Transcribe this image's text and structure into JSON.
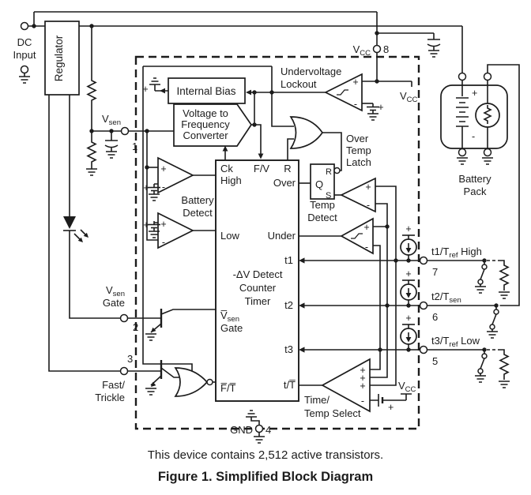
{
  "figure": {
    "note": "This device contains 2,512 active transistors.",
    "caption": "Figure 1. Simplified Block Diagram"
  },
  "colors": {
    "line": "#1c1c1c",
    "background": "#ffffff"
  },
  "labels": {
    "dc1": "DC",
    "dc2": "Input",
    "regulator": "Regulator",
    "vsen": {
      "m": "V",
      "s": "sen"
    },
    "vcc": {
      "m": "V",
      "s": "CC"
    },
    "internal_bias": "Internal Bias",
    "vfc1": "Voltage to",
    "vfc2": "Frequency",
    "vfc3": "Converter",
    "uvl1": "Undervoltage",
    "uvl2": "Lockout",
    "otl1": "Over",
    "otl2": "Temp",
    "otl3": "Latch",
    "latch": {
      "q": "Q",
      "r": "R",
      "s": "S"
    },
    "td1": "Temp",
    "td2": "Detect",
    "bd1": "Battery",
    "bd2": "Detect",
    "blk": {
      "ck": "Ck",
      "high": "High",
      "fv": "F/V",
      "r": "R",
      "over": "Over",
      "low": "Low",
      "under": "Under",
      "t1": "t1",
      "t2": "t2",
      "t3": "t3",
      "tt": "t/T̅",
      "vsb_m": "V̅",
      "vsb_s": "sen",
      "gate": "Gate",
      "ft": "F̅/T̅",
      "d1": "-ΔV Detect",
      "d2": "Counter",
      "d3": "Timer"
    },
    "p7": {
      "a": "t1/T",
      "s": "ref",
      "b": " High"
    },
    "p6": {
      "a": "t2/T",
      "s": "sen",
      "b": ""
    },
    "p5": {
      "a": "t3/T",
      "s": "ref",
      "b": " Low"
    },
    "n1": "1",
    "n2": "2",
    "n3": "3",
    "n4": "4",
    "n5": "5",
    "n6": "6",
    "n7": "7",
    "n8": "8",
    "gate": "Gate",
    "fast": "Fast/",
    "trickle": "Trickle",
    "gnd": "GND",
    "tts1": "Time/",
    "tts2": "Temp Select",
    "bp1": "Battery",
    "bp2": "Pack",
    "plus": "+",
    "minus": "-"
  }
}
